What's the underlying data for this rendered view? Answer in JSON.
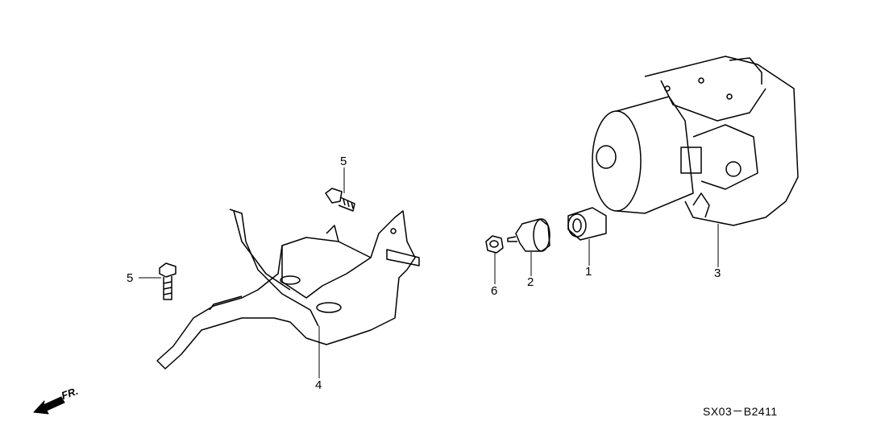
{
  "diagram": {
    "callouts": [
      {
        "id": "c1",
        "number": "1"
      },
      {
        "id": "c2",
        "number": "2"
      },
      {
        "id": "c3",
        "number": "3"
      },
      {
        "id": "c4",
        "number": "4"
      },
      {
        "id": "c5a",
        "number": "5"
      },
      {
        "id": "c5b",
        "number": "5"
      },
      {
        "id": "c6",
        "number": "6"
      }
    ],
    "front_indicator": "FR.",
    "diagram_code": "SX03－B2411"
  }
}
